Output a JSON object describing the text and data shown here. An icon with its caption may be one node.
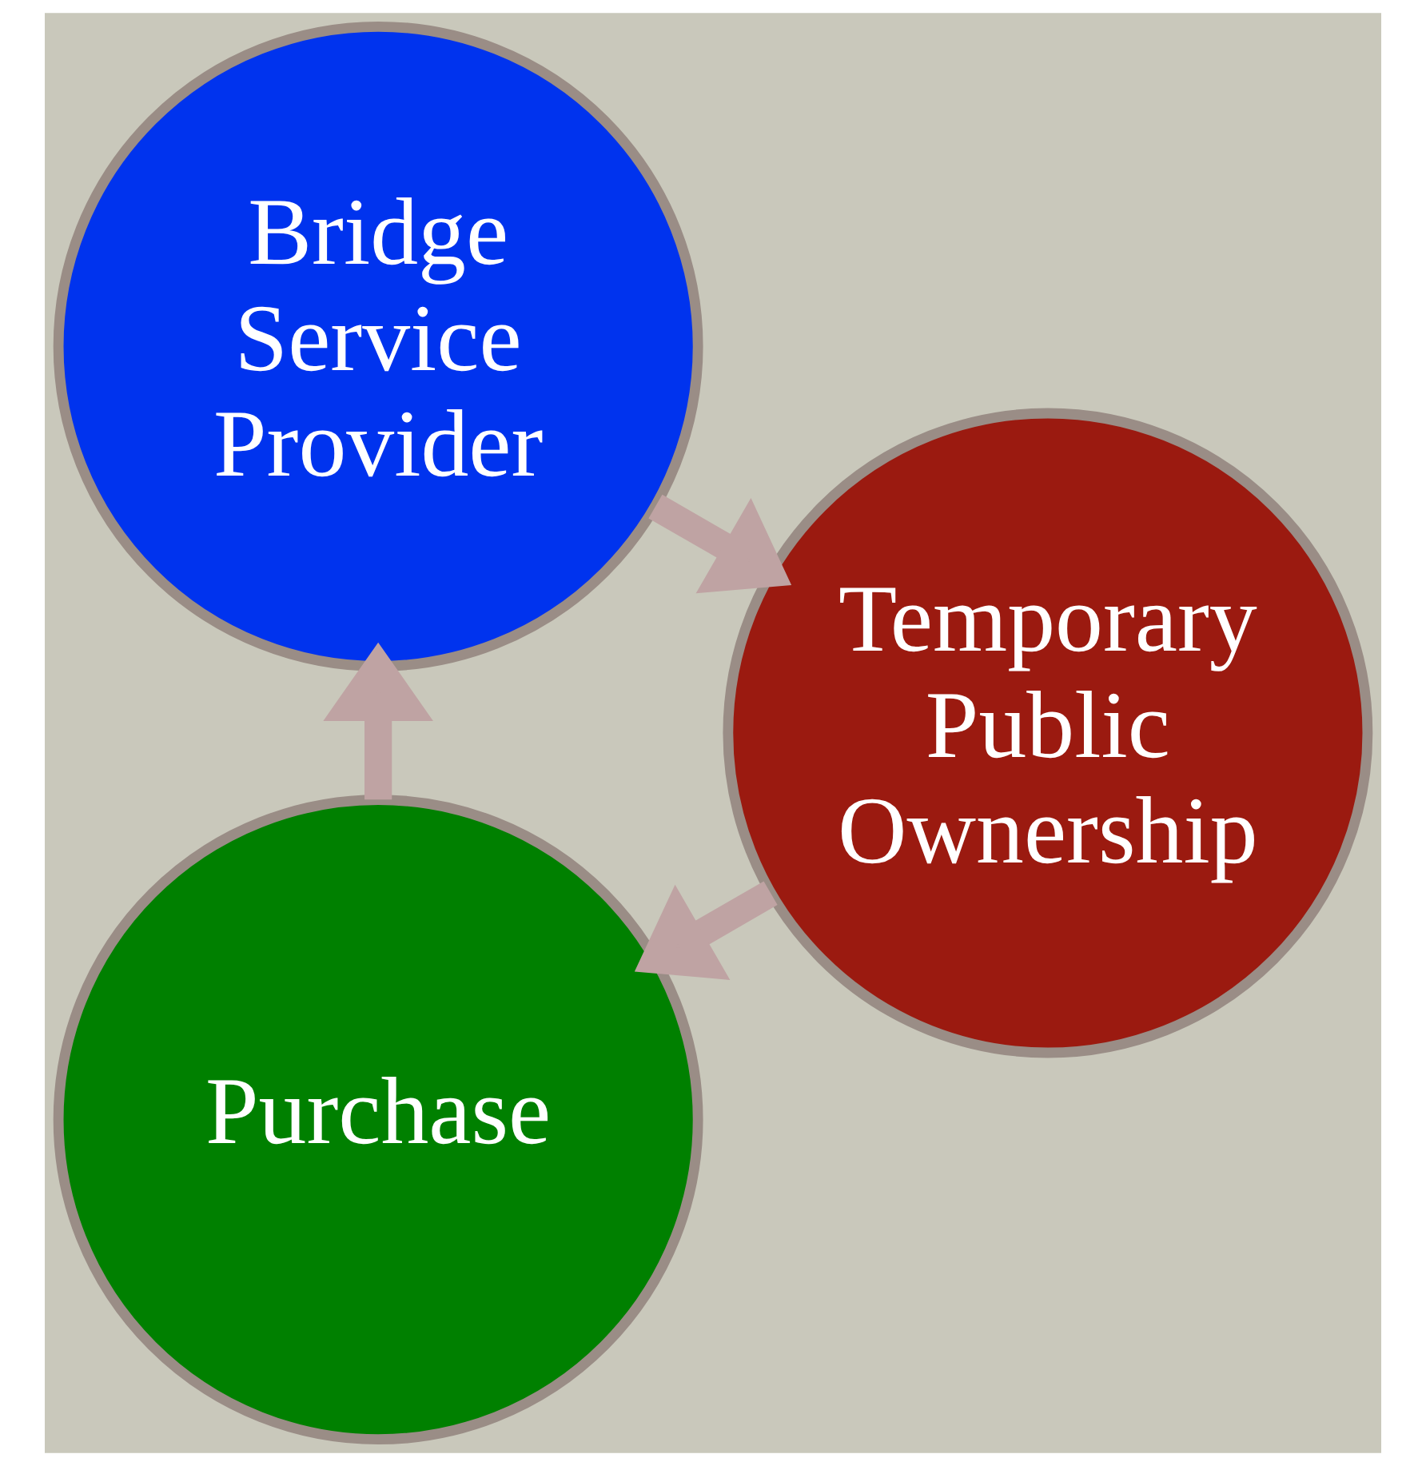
{
  "diagram": {
    "nodes": [
      {
        "text": [
          "Purchase"
        ]
      },
      {
        "text": [
          "Bridge Service Provider"
        ]
      },
      {
        "text": [
          "Temporary Public Ownership"
        ]
      }
    ],
    "edges": [
      {
        "from": 0,
        "to": 1,
        "arrow": "to"
      },
      {
        "from": 1,
        "to": 2,
        "arrow": "to"
      },
      {
        "from": 2,
        "to": 0,
        "arrow": "to"
      }
    ]
  }
}
